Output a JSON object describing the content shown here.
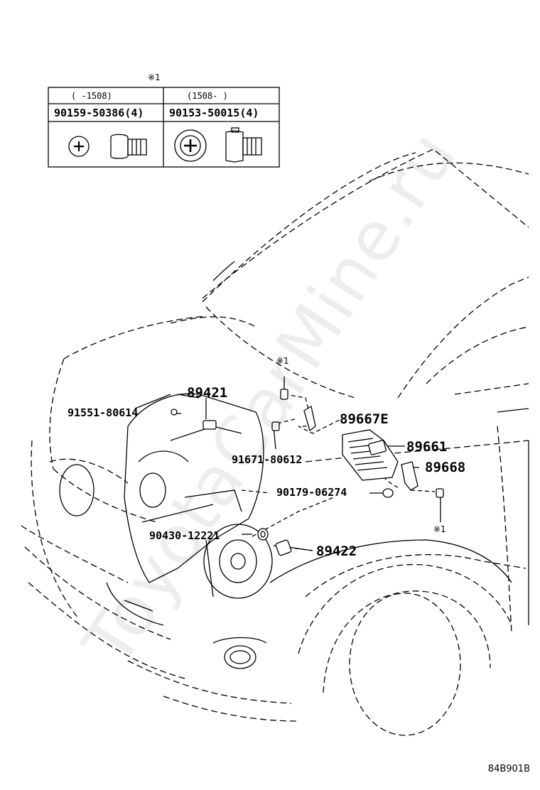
{
  "header_note": "※1",
  "table": {
    "col1": {
      "range": "(    -1508)",
      "part": "90159-50386(4)",
      "bolt_icon": "pan-head-screw-icon"
    },
    "col2": {
      "range": "(1508-    )",
      "part": "90153-50015(4)",
      "bolt_icon": "flange-bolt-icon"
    }
  },
  "callouts": [
    {
      "id": "89421",
      "text": "89421",
      "size": "lg"
    },
    {
      "id": "91551-80614",
      "text": "91551-80614",
      "size": "sm"
    },
    {
      "id": "89667E",
      "text": "89667E",
      "size": "lg"
    },
    {
      "id": "91671-80612",
      "text": "91671-80612",
      "size": "sm"
    },
    {
      "id": "89661",
      "text": "89661",
      "size": "lg"
    },
    {
      "id": "89668",
      "text": "89668",
      "size": "lg"
    },
    {
      "id": "90179-06274",
      "text": "90179-06274",
      "size": "sm"
    },
    {
      "id": "90430-12221",
      "text": "90430-12221",
      "size": "sm"
    },
    {
      "id": "89422",
      "text": "89422",
      "size": "lg"
    }
  ],
  "bolt_notes": {
    "top": "※1",
    "right": "※1"
  },
  "watermark": "ToyotaCarMine.ru",
  "diagram_code": "84B901B"
}
